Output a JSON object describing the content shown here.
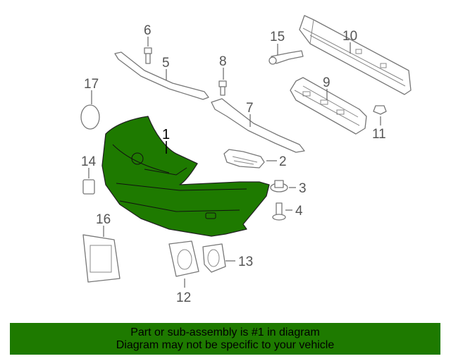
{
  "diagram": {
    "callouts": [
      {
        "id": "1",
        "label": "1"
      },
      {
        "id": "2",
        "label": "2"
      },
      {
        "id": "3",
        "label": "3"
      },
      {
        "id": "4",
        "label": "4"
      },
      {
        "id": "5",
        "label": "5"
      },
      {
        "id": "6",
        "label": "6"
      },
      {
        "id": "7",
        "label": "7"
      },
      {
        "id": "8",
        "label": "8"
      },
      {
        "id": "9",
        "label": "9"
      },
      {
        "id": "10",
        "label": "10"
      },
      {
        "id": "11",
        "label": "11"
      },
      {
        "id": "12",
        "label": "12"
      },
      {
        "id": "13",
        "label": "13"
      },
      {
        "id": "14",
        "label": "14"
      },
      {
        "id": "15",
        "label": "15"
      },
      {
        "id": "16",
        "label": "16"
      },
      {
        "id": "17",
        "label": "17"
      }
    ],
    "highlight_color": "#1e7a00",
    "banner_color": "#1e7a00"
  },
  "banner": {
    "line1": "Part or sub-assembly is #1 in diagram",
    "line2": "Diagram may not be specific to your vehicle"
  }
}
